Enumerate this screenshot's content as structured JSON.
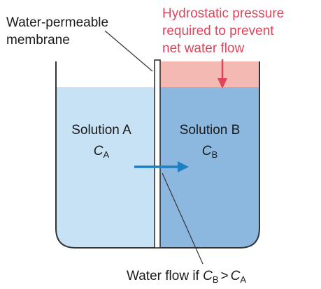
{
  "labels": {
    "membrane_line1": "Water-permeable",
    "membrane_line2": "membrane",
    "pressure_line1": "Hydrostatic pressure",
    "pressure_line2": "required to prevent",
    "pressure_line3": "net water flow",
    "solution_a": "Solution A",
    "solution_b": "Solution B",
    "conc_symbol": "C",
    "conc_a_sub": "A",
    "conc_b_sub": "B",
    "flow_prefix": "Water flow if ",
    "flow_c1": "C",
    "flow_sub1": "B",
    "flow_gt": ">",
    "flow_c2": "C",
    "flow_sub2": "A"
  },
  "colors": {
    "solution_a_fill": "#c7e2f5",
    "solution_b_fill": "#8cb8e0",
    "pressure_fill": "#f4b9b3",
    "accent_red": "#e0435a",
    "flow_arrow": "#1e7fc2",
    "outline": "#333333"
  }
}
